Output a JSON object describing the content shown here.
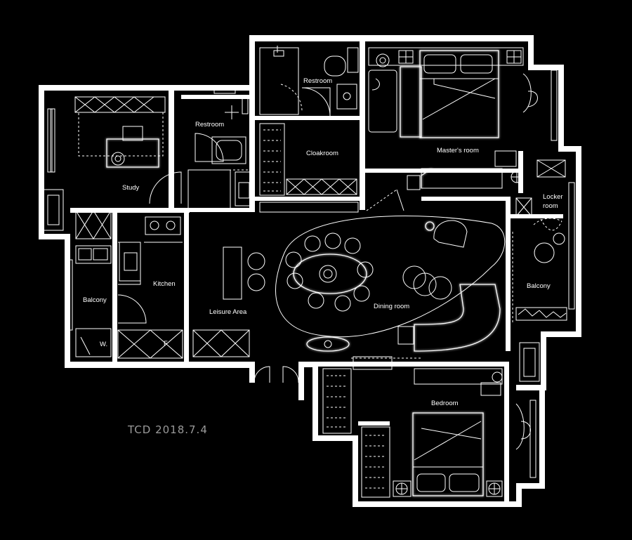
{
  "colors": {
    "background": "#000000",
    "walls": "#ffffff",
    "lines": "#ffffff",
    "stamp_text": "#9a9a9a"
  },
  "rooms": {
    "restroom_top": "Restroom",
    "restroom_left": "Restroom",
    "masters_room": "Master's room",
    "cloakroom": "Cloakroom",
    "study": "Study",
    "locker_room_line1": "Locker",
    "locker_room_line2": "room",
    "kitchen": "Kitchen",
    "balcony_left": "Balcony",
    "balcony_right": "Balcony",
    "leisure_area": "Leisure Area",
    "dining_room": "Dining room",
    "bedroom": "Bedroom",
    "w_mark": "W.",
    "f_mark": "F"
  },
  "stamp": "TCD 2018.7.4"
}
